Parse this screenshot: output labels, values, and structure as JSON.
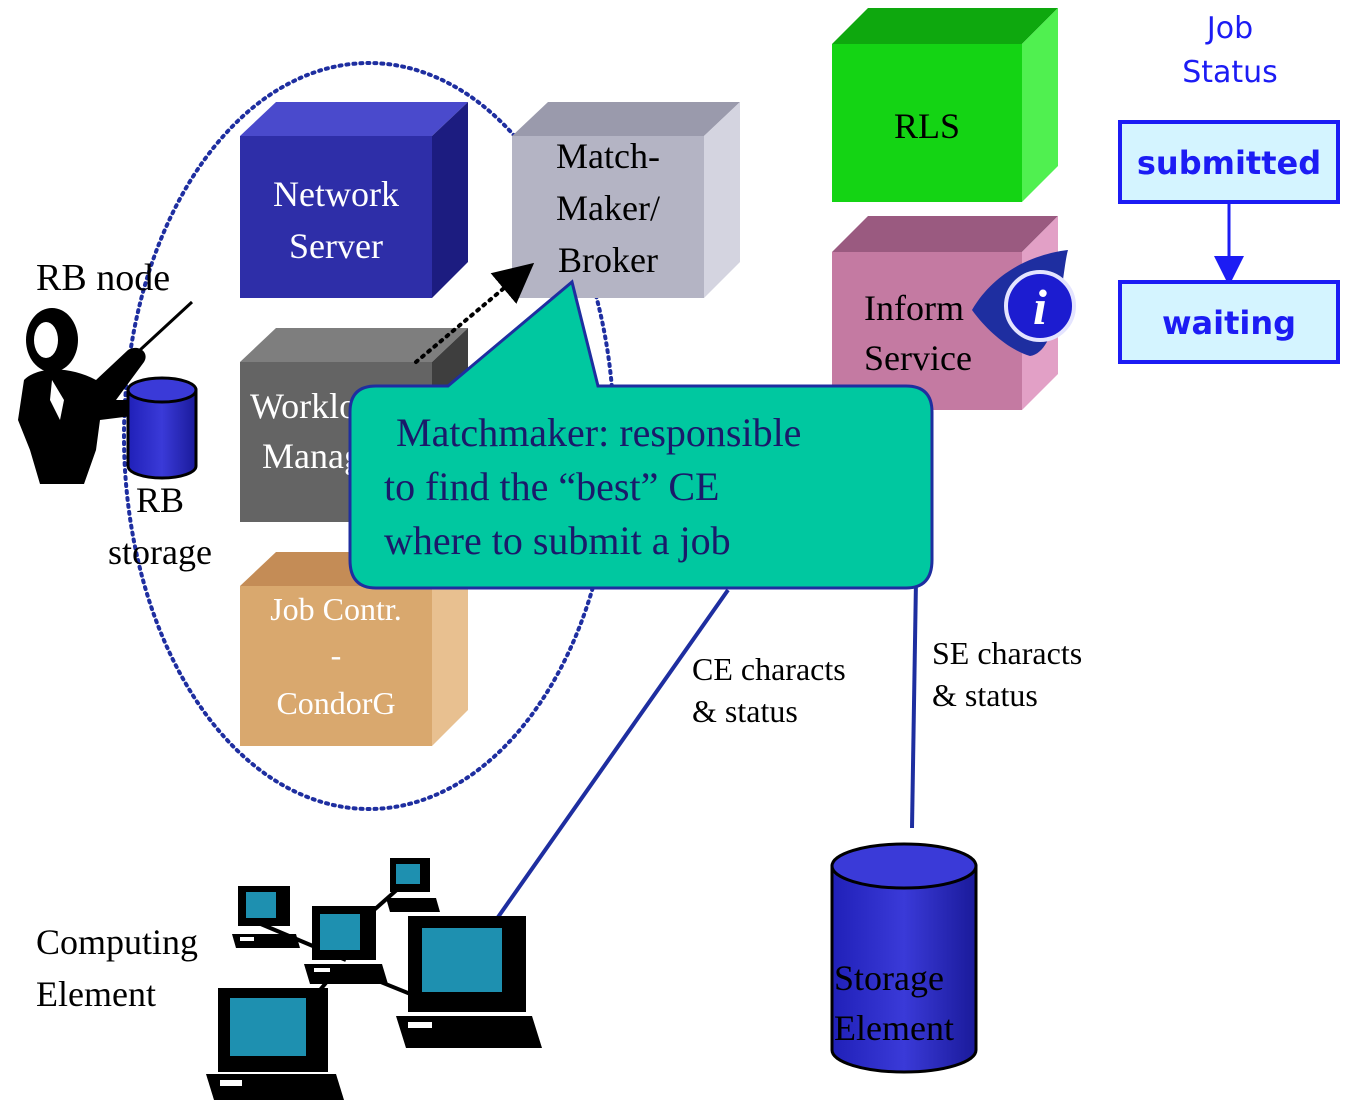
{
  "rb_node": {
    "label": "RB node"
  },
  "rb_storage": {
    "line1": "RB",
    "line2": "storage"
  },
  "network_server": {
    "line1": "Network",
    "line2": "Server"
  },
  "matchmaker": {
    "line1": "Match-",
    "line2": "Maker/",
    "line3": "Broker"
  },
  "workload_manager": {
    "line1": "Workload",
    "line2": "Manager"
  },
  "job_controller": {
    "line1": "Job Contr.",
    "line2": "-",
    "line3": "CondorG"
  },
  "rls": {
    "label": "RLS"
  },
  "information_service": {
    "line1": "Inform",
    "line2": "Service"
  },
  "job_status": {
    "title_line1": "Job",
    "title_line2": "Status",
    "states": [
      "submitted",
      "waiting"
    ]
  },
  "callout": {
    "line1": "Matchmaker: responsible",
    "line2": "to find the “best” CE",
    "line3": "where to submit a job"
  },
  "ce_link": {
    "line1": "CE characts",
    "line2": "& status"
  },
  "se_link": {
    "line1": "SE characts",
    "line2": "& status"
  },
  "computing_element": {
    "line1": "Computing",
    "line2": "Element"
  },
  "storage_element": {
    "line1": "Storage",
    "line2": "Element"
  },
  "colors": {
    "navy": "#2e2ea8",
    "matchmaker_grey": "#b4b4c4",
    "workload_grey": "#646464",
    "job_contr_tan": "#d9a86e",
    "rls_green": "#14d414",
    "info_pink": "#c47aa2",
    "callout_teal": "#00c8a0",
    "status_fill": "#d4f4ff",
    "status_blue": "#1c1cf4",
    "link_blue": "#1e2ea0"
  },
  "icons": {
    "conductor": "conductor-icon",
    "info_eye": "info-eye-icon",
    "computers": "computer-network-icon"
  }
}
